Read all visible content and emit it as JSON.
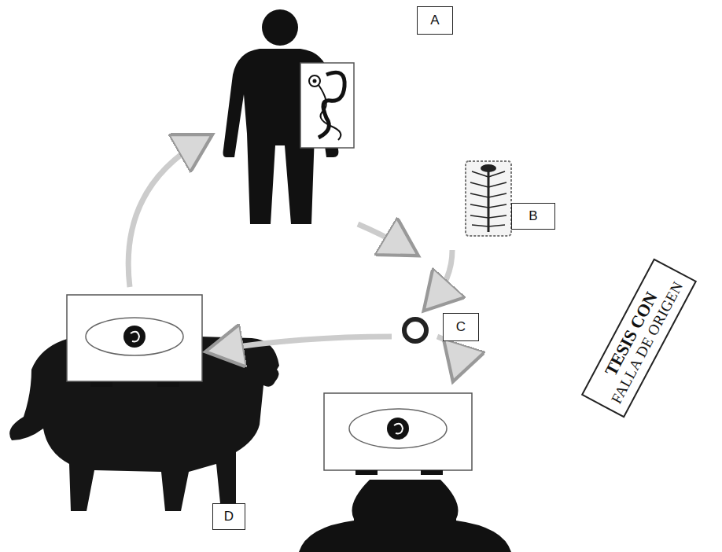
{
  "diagram": {
    "nodes": [
      {
        "text": [
          "A"
        ]
      },
      {
        "text": [
          "B"
        ]
      },
      {
        "text": [
          "C"
        ]
      },
      {
        "text": [
          "D"
        ]
      },
      {
        "text": [
          "TESIS CON",
          "FALLA DE ORIGEN"
        ]
      }
    ]
  }
}
